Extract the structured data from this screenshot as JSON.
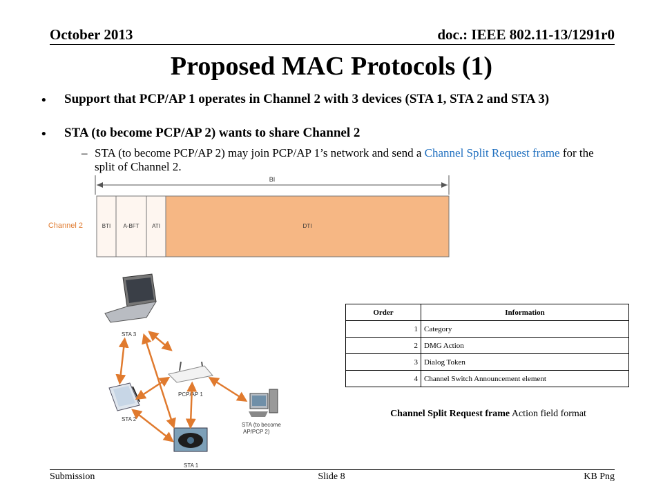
{
  "header": {
    "date": "October 2013",
    "doc_id": "doc.: IEEE 802.11-13/1291r0"
  },
  "title": "Proposed MAC Protocols (1)",
  "bullets": [
    "Support that PCP/AP 1 operates in Channel 2 with 3 devices (STA 1, STA 2 and STA 3)",
    "STA (to become PCP/AP 2) wants to share Channel 2"
  ],
  "sub_bullet": {
    "prefix": "STA (to become PCP/AP 2) may join PCP/AP 1",
    "apostrophe_s": "’s network and send a ",
    "link_text": "Channel Split Request frame",
    "suffix": " for the split of Channel 2."
  },
  "bi_diagram": {
    "bi_label": "BI",
    "channel_label": "Channel 2",
    "segments": [
      "BTI",
      "A-BFT",
      "ATI",
      "DTI"
    ],
    "fill_color": "#f6b784"
  },
  "network": {
    "labels": {
      "sta3": "STA 3",
      "sta2": "STA 2",
      "sta1": "STA 1",
      "pcpap1": "PCP/AP 1",
      "sta_new_1": "STA (to become",
      "sta_new_2": "AP/PCP 2)"
    },
    "arrow_color": "#e07a2e"
  },
  "table": {
    "headers": [
      "Order",
      "Information"
    ],
    "rows": [
      {
        "order": "1",
        "info": "Category"
      },
      {
        "order": "2",
        "info": "DMG Action"
      },
      {
        "order": "3",
        "info": "Dialog Token"
      },
      {
        "order": "4",
        "info": "Channel Switch Announcement element"
      }
    ]
  },
  "caption": {
    "bold": "Channel Split Request frame",
    "rest": " Action field format"
  },
  "footer": {
    "left": "Submission",
    "center": "Slide 8",
    "right": "KB Png"
  }
}
